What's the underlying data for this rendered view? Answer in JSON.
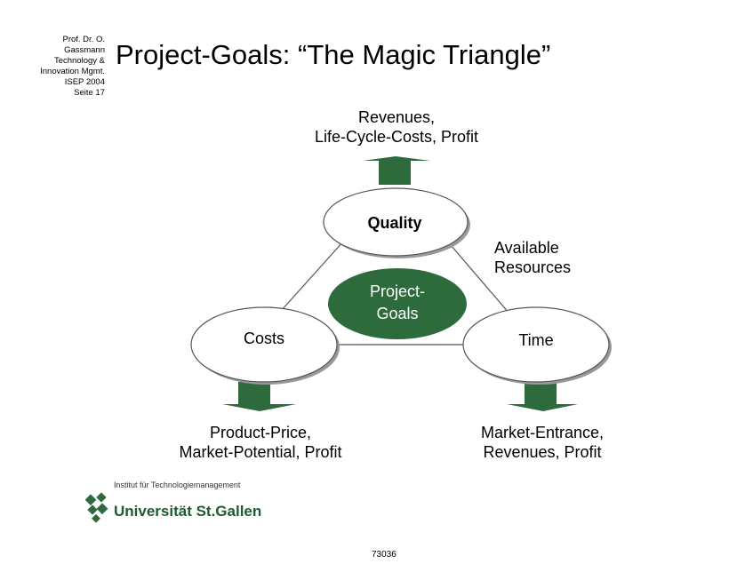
{
  "header": {
    "meta_lines": [
      "Prof. Dr. O.",
      "Gassmann",
      "Technology &",
      "Innovation Mgmt.",
      "ISEP 2004",
      "Seite 17"
    ],
    "title": "Project-Goals: “The Magic Triangle”"
  },
  "diagram": {
    "nodes": {
      "quality": "Quality",
      "costs": "Costs",
      "time": "Time",
      "center_line1": "Project-",
      "center_line2": "Goals"
    },
    "edge_label": {
      "line1": "Available",
      "line2": "Resources"
    },
    "outcomes": {
      "top": {
        "line1": "Revenues,",
        "line2": "Life-Cycle-Costs, Profit"
      },
      "left": {
        "line1": "Product-Price,",
        "line2": "Market-Potential, Profit"
      },
      "right": {
        "line1": "Market-Entrance,",
        "line2": "Revenues, Profit"
      }
    },
    "colors": {
      "accent": "#2e6b3c",
      "node_fill": "#ffffff",
      "line": "#555555"
    }
  },
  "footer": {
    "logo_caption": "Institut für Technologiemanagement",
    "logo_name": "Universität St.Gallen",
    "code": "73036"
  }
}
